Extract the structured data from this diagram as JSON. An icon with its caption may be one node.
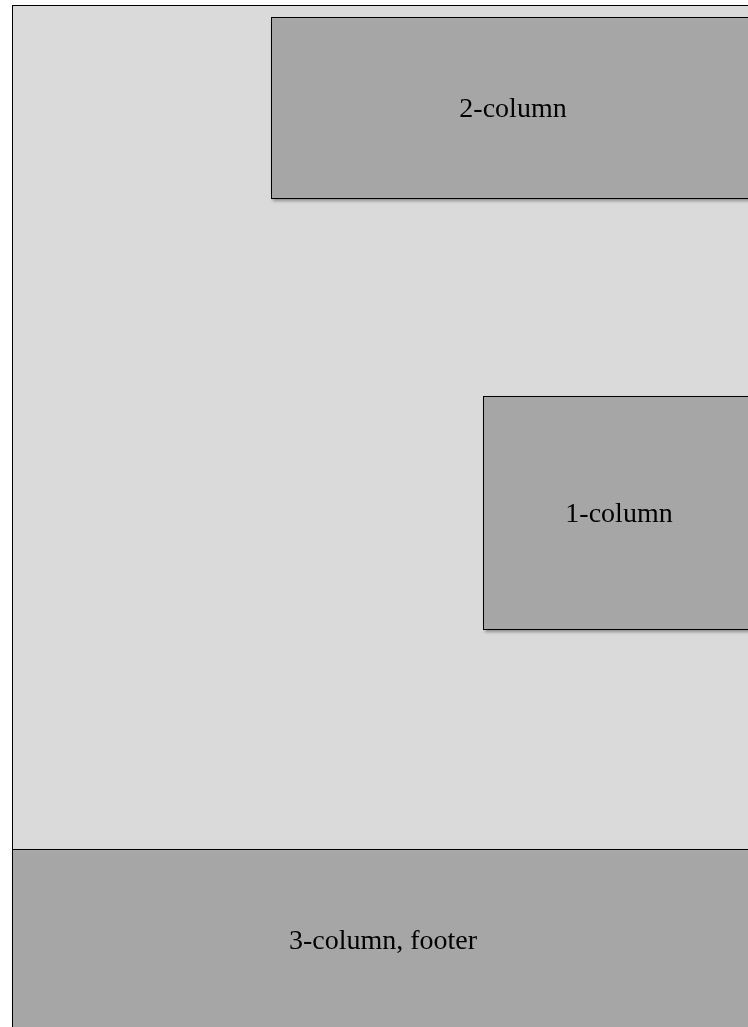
{
  "diagram": {
    "nodes": [
      {
        "text": [],
        "shape": "box"
      },
      {
        "text": [
          "2-column"
        ],
        "in": 0
      },
      {
        "text": [
          "1-column"
        ],
        "in": 0
      },
      {
        "text": [
          "3-column, footer"
        ],
        "in": 0
      }
    ]
  }
}
